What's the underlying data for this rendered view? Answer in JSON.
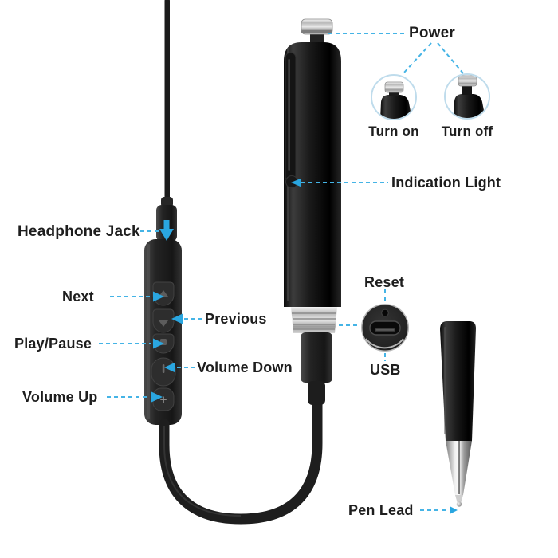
{
  "diagram": {
    "type": "product-annotation",
    "subject": "voice-recorder-pen-with-earphone-remote",
    "background_color": "#ffffff",
    "annotation_line_color": "#45b4e6",
    "arrow_color": "#2aa6e0",
    "label_color": "#1e1e1e",
    "labels": {
      "power": "Power",
      "turn_on": "Turn on",
      "turn_off": "Turn off",
      "indication_light": "Indication Light",
      "headphone_jack": "Headphone Jack",
      "next": "Next",
      "previous": "Previous",
      "play_pause": "Play/Pause",
      "volume_down": "Volume Down",
      "volume_up": "Volume Up",
      "reset": "Reset",
      "usb": "USB",
      "pen_lead": "Pen Lead"
    },
    "icons": {
      "volume_up_glyph": "+",
      "headphone_jack_pointer": "down-arrow",
      "callout_pointer": "solid-triangle",
      "connector_lines": "cyan-dashed"
    },
    "insets": [
      {
        "name": "turn-on-inset",
        "caption": "Turn on",
        "shows": "top power button pressed"
      },
      {
        "name": "turn-off-inset",
        "caption": "Turn off",
        "shows": "top power button released"
      },
      {
        "name": "usb-inset",
        "caption": "USB",
        "shows": "pen base with micro-USB port and reset hole"
      }
    ]
  }
}
